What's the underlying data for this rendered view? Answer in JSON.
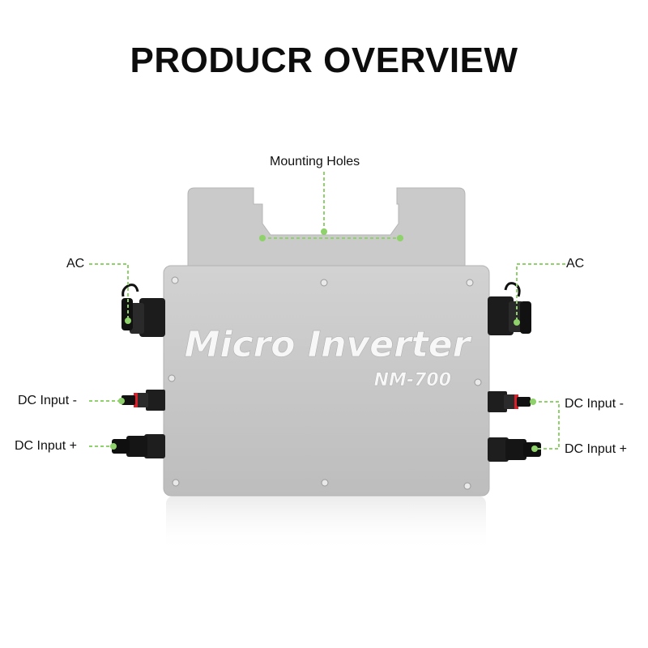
{
  "title": "PRODUCR OVERVIEW",
  "labels": {
    "mounting_holes": "Mounting Holes",
    "ac_left": "AC",
    "ac_right": "AC",
    "dc_minus_left": "DC Input -",
    "dc_plus_left": "DC Input +",
    "dc_minus_right": "DC Input -",
    "dc_plus_right": "DC Input +"
  },
  "device": {
    "brand_text": "Micro Inverter",
    "model_text": "NM-700"
  },
  "colors": {
    "callout": "#8fd16a",
    "housing": "#c9c9c9",
    "housing_dark": "#a9a9a9",
    "connector": "#1a1a1a",
    "seal": "#d8202a"
  }
}
